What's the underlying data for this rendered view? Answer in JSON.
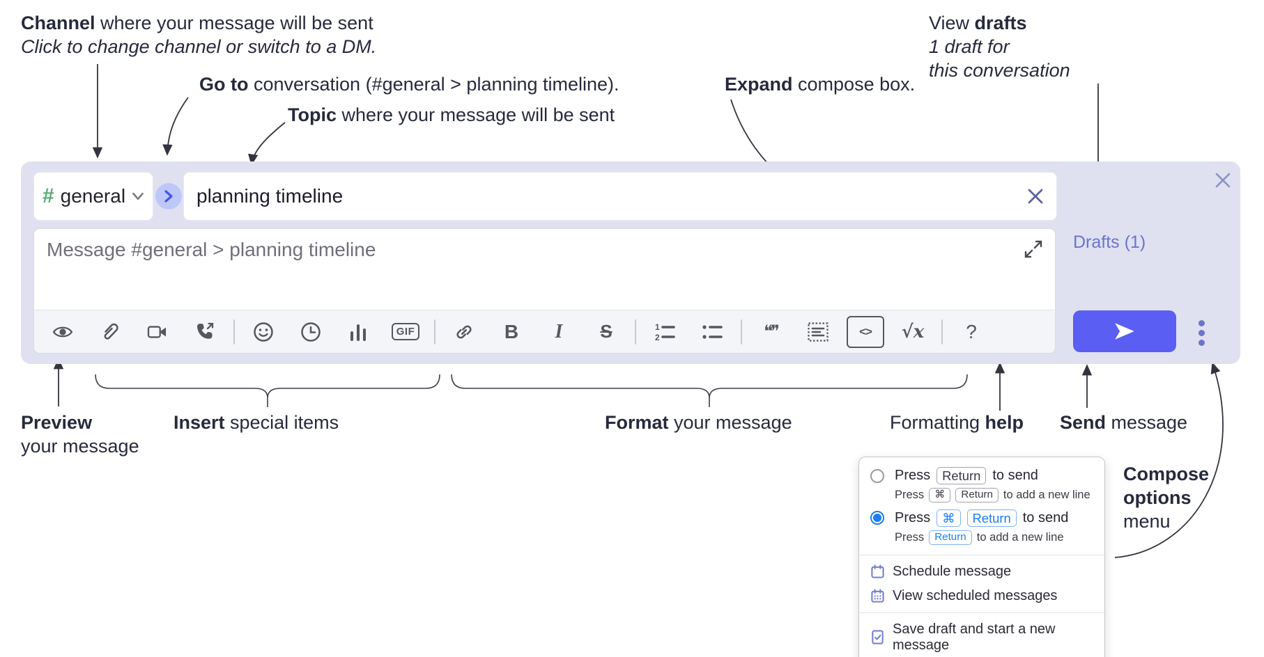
{
  "annotations": {
    "channel": {
      "bold": "Channel",
      "rest": " where your message will be sent",
      "sub": "Click to change channel or switch to a DM."
    },
    "goto": {
      "bold": "Go to",
      "rest": " conversation (#general > planning timeline)."
    },
    "topic": {
      "bold": "Topic",
      "rest": " where your message will be sent"
    },
    "expand": {
      "bold": "Expand",
      "rest": " compose box."
    },
    "view_drafts": {
      "pre": "View ",
      "bold": "drafts",
      "line2": "1 draft for",
      "line3": "this conversation"
    },
    "preview": {
      "bold": "Preview",
      "line2": "your message"
    },
    "insert": {
      "bold": "Insert",
      "rest": " special items"
    },
    "format": {
      "bold": "Format",
      "rest": " your message"
    },
    "help": {
      "pre": "Formatting ",
      "bold": "help"
    },
    "send": {
      "bold": "Send",
      "rest": " message"
    },
    "compose_options": {
      "line1": "Compose",
      "line2": "options",
      "line3": "menu"
    }
  },
  "compose": {
    "channel": {
      "hash": "#",
      "name": "general"
    },
    "topic_value": "planning timeline",
    "message_placeholder": "Message #general > planning timeline",
    "drafts_link": "Drafts (1)",
    "toolbar_glyphs": {
      "bold": "B",
      "italic": "I",
      "strike": "S",
      "gif": "GIF",
      "code": "<>",
      "sqrt": "√x",
      "quote": "❝❞",
      "help": "?",
      "ol1": "1",
      "ol2": "2"
    },
    "toolbar_icons": [
      "preview-eye",
      "attachment",
      "video",
      "audio-call",
      "emoji",
      "recents-clock",
      "poll-bars",
      "gif",
      "link",
      "bold",
      "italic",
      "strikethrough",
      "ordered-list",
      "bulleted-list",
      "quote",
      "blockquote",
      "code",
      "formula",
      "help"
    ]
  },
  "menu": {
    "option1": {
      "selected": false,
      "main_pre": "Press",
      "main_key": "Return",
      "main_post": "to send",
      "sub_pre": "Press",
      "sub_key1": "⌘",
      "sub_key2": "Return",
      "sub_post": "to add a new line"
    },
    "option2": {
      "selected": true,
      "main_pre": "Press",
      "main_key1": "⌘",
      "main_key2": "Return",
      "main_post": "to send",
      "sub_pre": "Press",
      "sub_key": "Return",
      "sub_post": "to add a new line"
    },
    "items": {
      "schedule": "Schedule message",
      "view_scheduled": "View scheduled messages",
      "save_draft": "Save draft and start a new message"
    }
  },
  "colors": {
    "compose_bg": "#dfe1f1",
    "accent_indigo": "#5a5ef2",
    "link_purple": "#6b74c9",
    "radio_blue": "#1c7ef2",
    "hash_green": "#57ad72",
    "circle_bg": "#bdc8f8"
  }
}
